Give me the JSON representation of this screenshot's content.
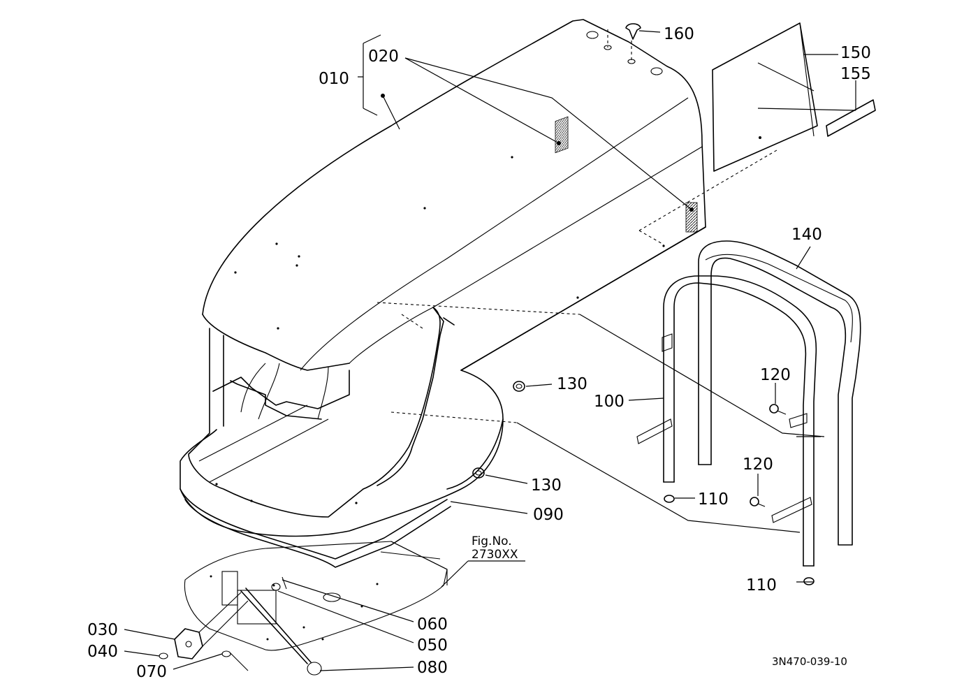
{
  "callouts": {
    "c010": "010",
    "c020": "020",
    "c030": "030",
    "c040": "040",
    "c050": "050",
    "c060": "060",
    "c070": "070",
    "c080": "080",
    "c090": "090",
    "c100": "100",
    "c110a": "110",
    "c110b": "110",
    "c120a": "120",
    "c120b": "120",
    "c130a": "130",
    "c130b": "130",
    "c140": "140",
    "c150": "150",
    "c155": "155",
    "c160": "160"
  },
  "figure_ref": {
    "line1": "Fig.No.",
    "line2": "2730XX"
  },
  "drawing_code": "3N470-039-10"
}
